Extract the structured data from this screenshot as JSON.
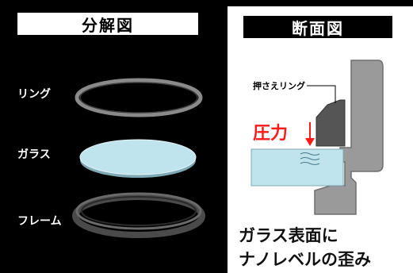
{
  "left_panel": {
    "title": "分解図",
    "parts": {
      "ring": "リング",
      "glass": "ガラス",
      "frame": "フレーム"
    }
  },
  "right_panel": {
    "title": "断面図",
    "ring_callout": "押さえリング",
    "pressure": "圧力",
    "caption_line1": "ガラス表面に",
    "caption_line2": "ナノレベルの歪み"
  },
  "colors": {
    "glass_fill": "#bfe4ee",
    "pressure_red": "#ff1a1a",
    "frame_gray": "#9a9a9a",
    "ring_dark": "#555555"
  }
}
